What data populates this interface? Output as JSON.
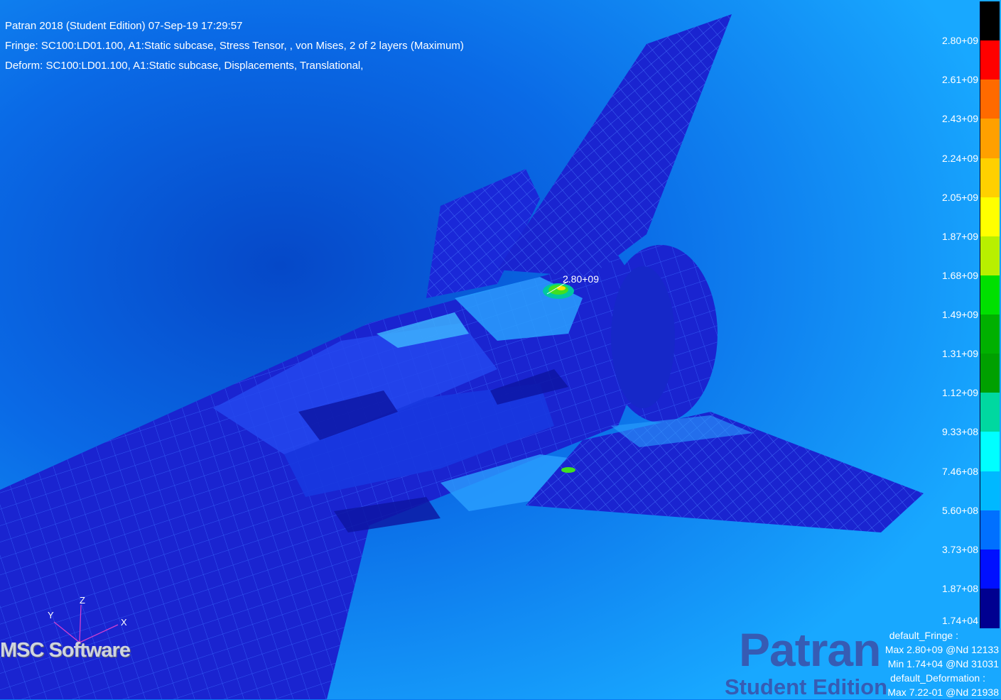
{
  "header": {
    "title": "Patran 2018  (Student Edition) 07-Sep-19 17:29:57",
    "fringe": "Fringe: SC100:LD01.100, A1:Static subcase, Stress Tensor, , von Mises, 2 of 2 layers (Maximum)",
    "deform": "Deform: SC100:LD01.100, A1:Static subcase, Displacements, Translational,"
  },
  "legend": {
    "ticks": [
      "2.80+09",
      "2.61+09",
      "2.43+09",
      "2.24+09",
      "2.05+09",
      "1.87+09",
      "1.68+09",
      "1.49+09",
      "1.31+09",
      "1.12+09",
      "9.33+08",
      "7.46+08",
      "5.60+08",
      "3.73+08",
      "1.87+08",
      "1.74+04"
    ],
    "colors": [
      "#000000",
      "#ff0000",
      "#ff6a00",
      "#ffa000",
      "#ffd000",
      "#ffff00",
      "#b8f000",
      "#00e000",
      "#00b000",
      "#00a000",
      "#00d8a0",
      "#00ffff",
      "#00b8ff",
      "#0070ff",
      "#0010ff",
      "#000090"
    ]
  },
  "peak_marker": "2.80+09",
  "summary": {
    "fringe_title": "default_Fringe :",
    "fringe_max": "Max 2.80+09 @Nd 12133",
    "fringe_min": "Min 1.74+04 @Nd 31031",
    "deform_title": "default_Deformation :",
    "deform_max": "Max 7.22-01 @Nd 21938"
  },
  "triad": {
    "z": "Z",
    "y": "Y",
    "x": "X"
  },
  "branding": {
    "vendor": "MSC Software",
    "product": "Patran",
    "edition": "Student Edition"
  }
}
